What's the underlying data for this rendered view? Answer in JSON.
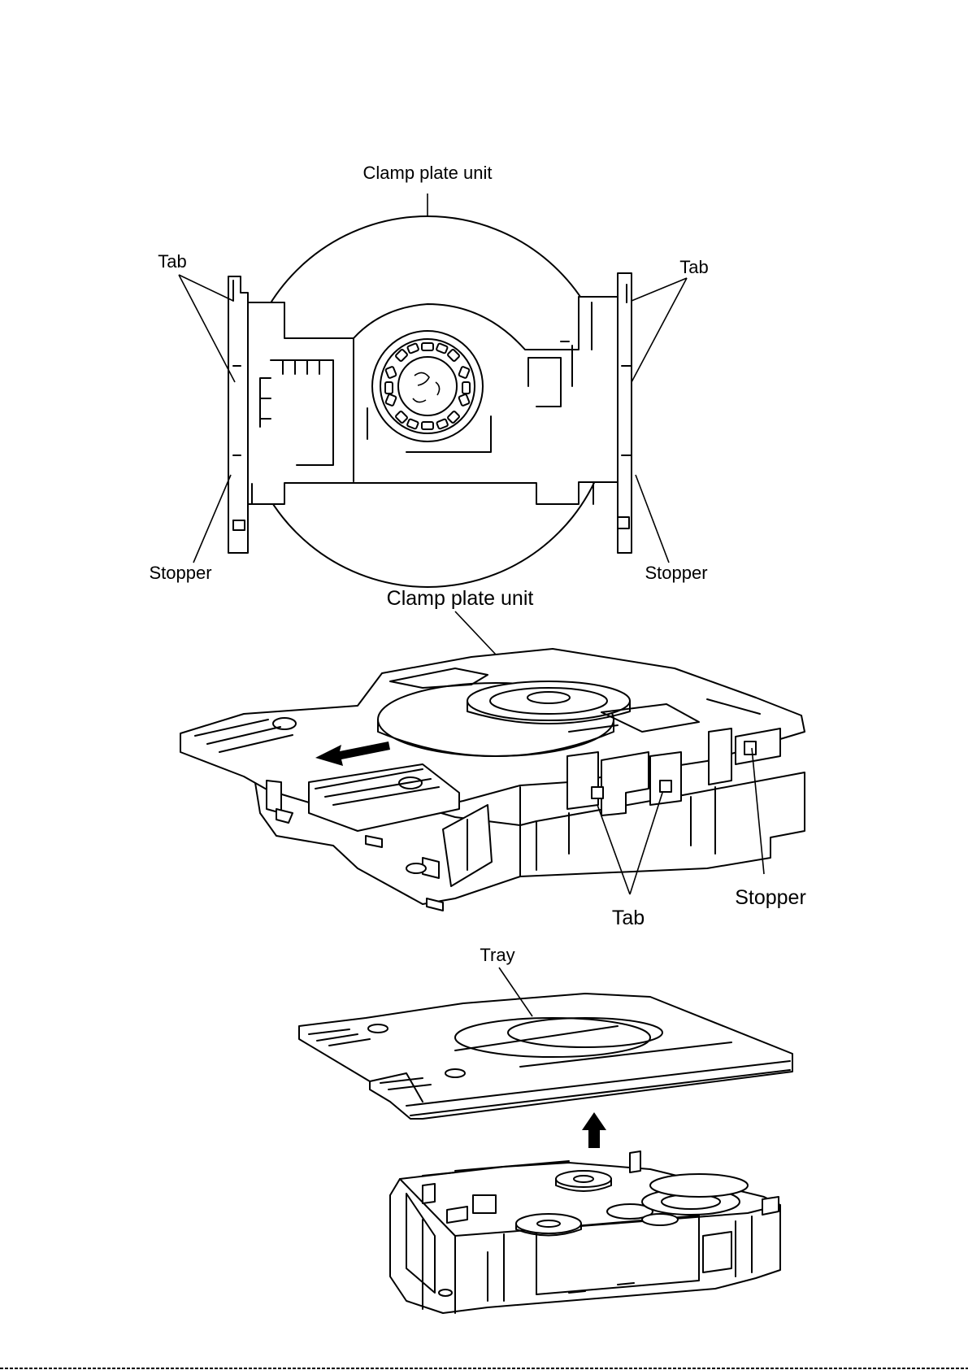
{
  "figure1": {
    "labels": {
      "clamp_plate_unit": "Clamp plate unit",
      "tab_left": "Tab",
      "tab_right": "Tab",
      "stopper_left": "Stopper",
      "stopper_right": "Stopper"
    }
  },
  "figure2": {
    "labels": {
      "clamp_plate_unit": "Clamp plate unit",
      "tab": "Tab",
      "stopper": "Stopper"
    }
  },
  "figure3": {
    "labels": {
      "tray": "Tray"
    }
  },
  "icons": {
    "slide-direction-arrow": "arrow-left",
    "lift-direction-arrow": "arrow-up"
  }
}
